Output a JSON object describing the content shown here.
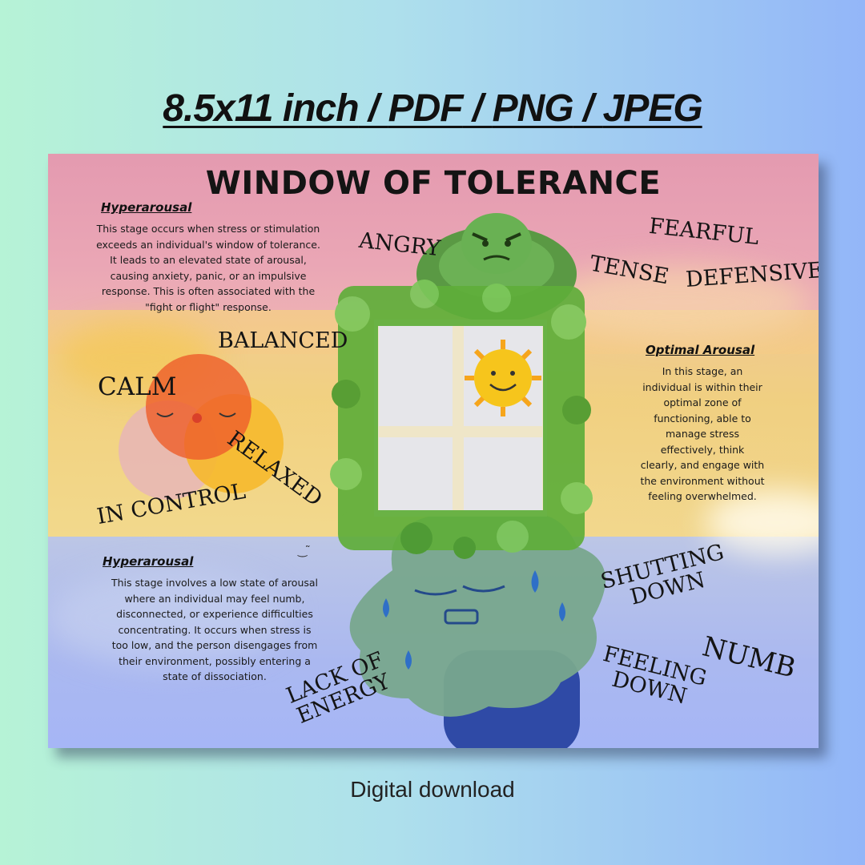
{
  "header": {
    "formats": [
      "8.5x11 inch",
      "PDF",
      "PNG",
      "JPEG"
    ],
    "separator": " / "
  },
  "poster": {
    "title": "WINDOW OF TOLERANCE",
    "hyper_top": {
      "heading": "Hyperarousal",
      "body": [
        "This stage occurs when stress or stimulation",
        "exceeds an individual's window of tolerance.",
        "It leads to an elevated state of arousal,",
        "causing anxiety, panic, or an impulsive",
        "response. This is often associated with the",
        "\"fight or flight\" response."
      ]
    },
    "optimal": {
      "heading": "Optimal Arousal",
      "body": [
        "In this stage, an",
        "individual is within their",
        "optimal zone of",
        "functioning, able to",
        "manage stress",
        "effectively, think",
        "clearly, and engage with",
        "the environment without",
        "feeling overwhelmed."
      ]
    },
    "hypo": {
      "heading": "Hyperarousal",
      "body": [
        "This stage involves a low state of arousal",
        "where an individual may feel numb,",
        "disconnected, or experience difficulties",
        "concentrating. It occurs when stress is",
        "too low, and the person disengages from",
        "their environment, possibly entering a",
        "state of dissociation."
      ]
    },
    "words": {
      "angry": "ANGRY",
      "fearful": "FEARFUL",
      "tense": "TENSE",
      "defensive": "DEFENSIVE",
      "balanced": "BALANCED",
      "calm": "CALM",
      "relaxed": "RELAXED",
      "in_control": "IN CONTROL",
      "shutting_down": "SHUTTING\nDOWN",
      "numb": "NUMB",
      "feeling_down": "FEELING\nDOWN",
      "lack_of_energy": "LACK OF\nENERGY"
    },
    "colors": {
      "pink": "#e9a3b4",
      "yellow": "#f4d07c",
      "blue": "#a9b7f2",
      "vine": "#5fae3a",
      "turtle": "#5c9a46",
      "sun": "#f6c51c",
      "cloud": "#7fa98b"
    }
  },
  "footer": {
    "label": "Digital download"
  }
}
